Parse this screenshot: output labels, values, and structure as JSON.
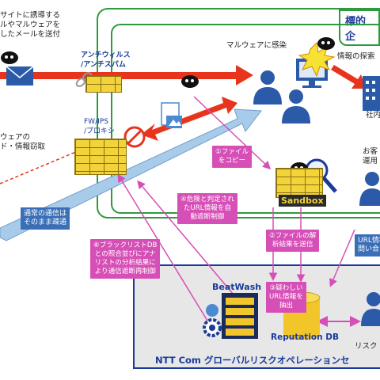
{
  "texts": {
    "attack_mail": "サイトに誘導する\nルやマルウェアを\nしたメールを送付",
    "antivirus": "アンチウィルス\n/アンチスパム",
    "malware_infect": "マルウェアに感染",
    "info_search": "情報の探索",
    "fw_ips": "FW/IPS\n/プロキシ",
    "malware_steal": "ウェアの\nド・情報窃取",
    "customer": "お客\n運用",
    "inside": "社内",
    "normal_comm": "通常の通信は\nそのまま疎通",
    "risk": "リスク",
    "url_info": "URL情報\n問い合",
    "sandbox": "Sandbox",
    "beatwash": "BeatWash",
    "reputation": "Reputation DB",
    "target_company": "標的企",
    "ntt_label": "NTT Com グローバルリスクオペレーションセ"
  },
  "steps": {
    "s1": "①ファイル\nをコピー",
    "s2": "②ファイルの解\n析結果を送信",
    "s3": "③疑わしい\nURL情報を\n抽出",
    "s4": "④危険と判定され\nたURL情報を自\n動遮断制御",
    "s6": "⑥ブラックリストDB\nとの照合並びにアナ\nリストの分析結果に\nより通信遮断再制御"
  },
  "colors": {
    "green": "#2e9a3e",
    "pink": "#d64fb6",
    "red": "#e8341c",
    "navy": "#1a3a9a",
    "lightblue": "#a9cbea"
  }
}
